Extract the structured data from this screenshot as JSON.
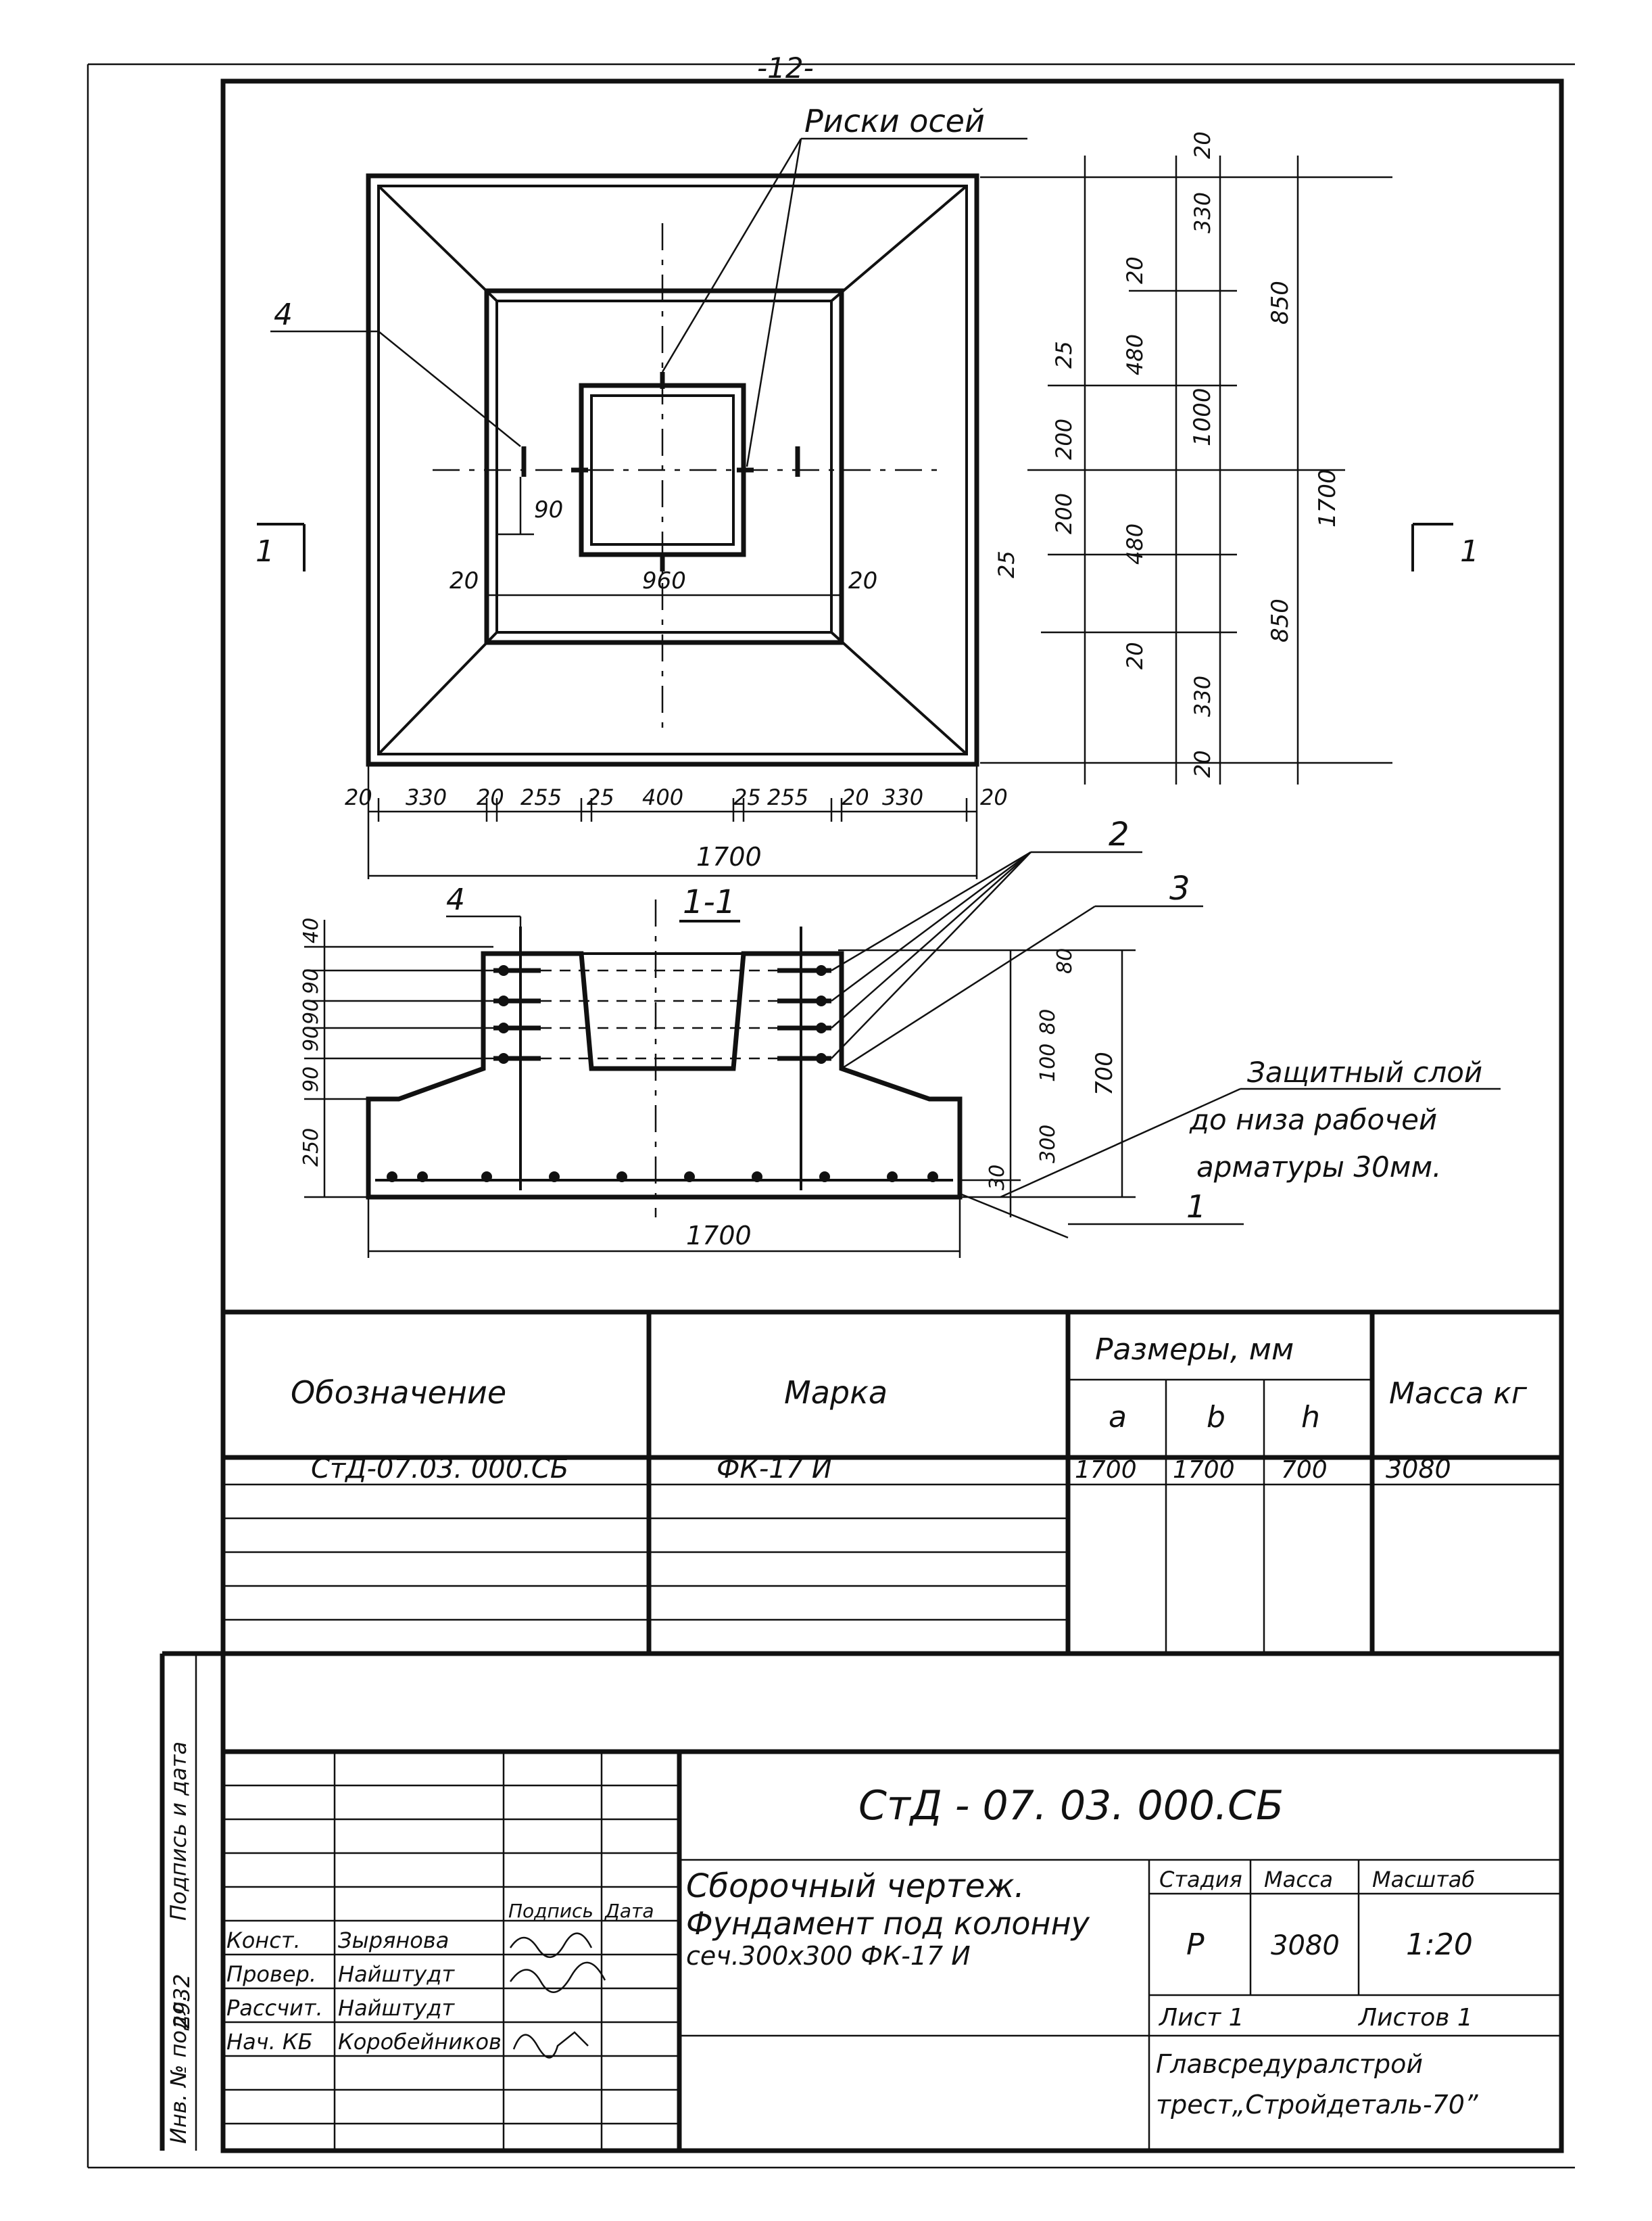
{
  "page_number": "-12-",
  "plan": {
    "axis_marks_label": "Риски осей",
    "item_4": "4",
    "dim_90": "90",
    "dim_20_left": "20",
    "dim_960": "960",
    "dim_20_right": "20",
    "bottom_dims": [
      "20",
      "330",
      "20",
      "255",
      "25",
      "400",
      "25",
      "255",
      "20",
      "330",
      "20"
    ],
    "overall_width": "1700",
    "right_dims": [
      "20",
      "330",
      "20",
      "480",
      "25",
      "200",
      "200",
      "25",
      "480",
      "20",
      "330",
      "20"
    ],
    "dim_1000": "1000",
    "dim_850_top": "850",
    "dim_850_bottom": "850",
    "dim_1700_right": "1700",
    "section_mark_left": "1",
    "section_mark_right": "1"
  },
  "section": {
    "title": "1-1",
    "item_4": "4",
    "item_2": "2",
    "item_3": "3",
    "item_1": "1",
    "left_dims": [
      "40",
      "90",
      "90",
      "90",
      "90",
      "250"
    ],
    "right_dims": [
      "80",
      "100",
      "80",
      "300",
      "30"
    ],
    "dim_700": "700",
    "overall_width": "1700",
    "note_line1": "Защитный слой",
    "note_line2": "до низа рабочей",
    "note_line3": "арматуры 30мм."
  },
  "spec_table": {
    "col_designation": "Обозначение",
    "col_mark": "Марка",
    "col_sizes": "Размеры, мм",
    "col_a": "a",
    "col_b": "b",
    "col_h": "h",
    "col_mass": "Масса кг",
    "rows": [
      {
        "designation": "СтД-07.03. 000.СБ",
        "mark": "ФК-17 И",
        "a": "1700",
        "b": "1700",
        "h": "700",
        "mass": "3080"
      }
    ]
  },
  "title_block": {
    "doc_code": "СтД - 07. 03. 000.СБ",
    "title_line1": "Сборочный чертеж.",
    "title_line2": "Фундамент под колонну",
    "title_line3": "сеч.300х300 ФК-17 И",
    "col_signature": "Подпись",
    "col_date": "Дата",
    "stage_label": "Стадия",
    "mass_label": "Масса",
    "scale_label": "Масштаб",
    "stage": "Р",
    "mass": "3080",
    "scale": "1:20",
    "sheet": "Лист 1",
    "sheets": "Листов 1",
    "org_line1": "Главсредуралстрой",
    "org_line2": "трест„Стройдеталь-70”",
    "staff": [
      {
        "role": "Конст.",
        "name": "Зырянова"
      },
      {
        "role": "Провер.",
        "name": "Найштудт"
      },
      {
        "role": "Рассчит.",
        "name": "Найштудт"
      },
      {
        "role": "Нач. КБ",
        "name": "Коробейников"
      }
    ],
    "side_inv": "Инв. № подл.",
    "side_inv_value": "2932",
    "side_sign": "Подпись и дата"
  }
}
